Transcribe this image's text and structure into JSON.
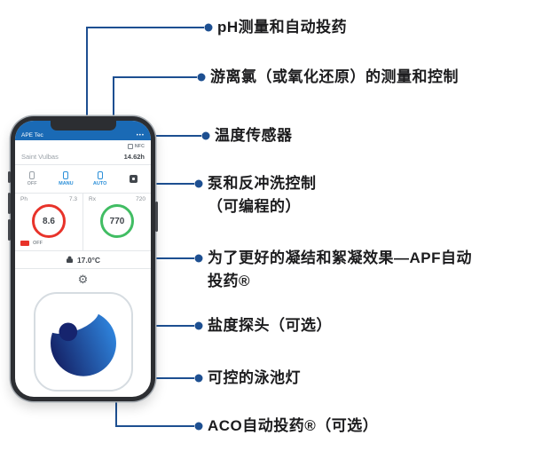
{
  "callouts": [
    {
      "lines": [
        "pH测量和自动投药"
      ]
    },
    {
      "lines": [
        "游离氯（或氧化还原）的测量和控制"
      ]
    },
    {
      "lines": [
        "温度传感器"
      ]
    },
    {
      "lines": [
        "泵和反冲洗控制",
        "（可编程的）"
      ]
    },
    {
      "lines": [
        "为了更好的凝结和絮凝效果—APF自动",
        "投药®"
      ]
    },
    {
      "lines": [
        "盐度探头（可选）"
      ]
    },
    {
      "lines": [
        "可控的泳池灯"
      ]
    },
    {
      "lines": [
        "ACO自动投药®（可选）"
      ]
    }
  ],
  "phone": {
    "app_title": "APE Tec",
    "menu_dots": "•••",
    "nfc_label": "NFC",
    "site_name": "Saint Vulbas",
    "time": "14.62h",
    "modes": [
      {
        "label": "OFF"
      },
      {
        "label": "MANU"
      },
      {
        "label": "AUTO"
      }
    ],
    "ph": {
      "label": "Ph",
      "setpoint": "7.3",
      "value": "8.6",
      "status": "OFF"
    },
    "rx": {
      "label": "Rx",
      "setpoint": "720",
      "value": "770"
    },
    "temperature": "17.0°C",
    "gear_icon": "⚙",
    "colors": {
      "callout_blue": "#1d4f91",
      "header_blue": "#1a6ab5",
      "ph_ring_red": "#e8332a",
      "rx_ring_green": "#41bd63",
      "logo_navy": "#16246e",
      "logo_blue": "#2f86df"
    }
  }
}
